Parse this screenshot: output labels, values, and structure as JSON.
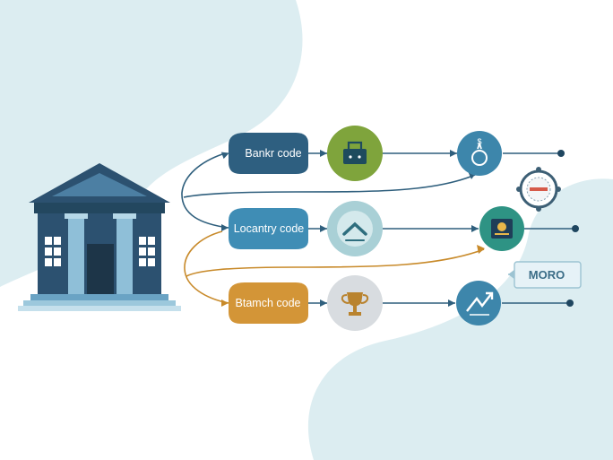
{
  "pills": [
    {
      "label": "Bankr code",
      "color": "#2e5f80"
    },
    {
      "label": "Locantry code",
      "color": "#3f8db5"
    },
    {
      "label": "Btamch code",
      "color": "#d39537"
    }
  ],
  "tag": {
    "label": "MORO"
  },
  "icons": [
    {
      "name": "briefcase-icon",
      "color": "#7fa43c"
    },
    {
      "name": "chevron-up-icon",
      "color": "#a9d0d6"
    },
    {
      "name": "trophy-icon",
      "color": "#d8dce0"
    },
    {
      "name": "dollar-bag-icon",
      "color": "#3d86ab"
    },
    {
      "name": "id-card-icon",
      "color": "#2e9384"
    },
    {
      "name": "growth-arrow-icon",
      "color": "#3d86ab"
    },
    {
      "name": "gauge-icon",
      "color": "#3d5f75"
    }
  ],
  "colors": {
    "bank": "#2c5170",
    "background_blob": "#dcedf1",
    "connector_blue": "#2f5f7d",
    "connector_orange": "#c88a2a"
  }
}
